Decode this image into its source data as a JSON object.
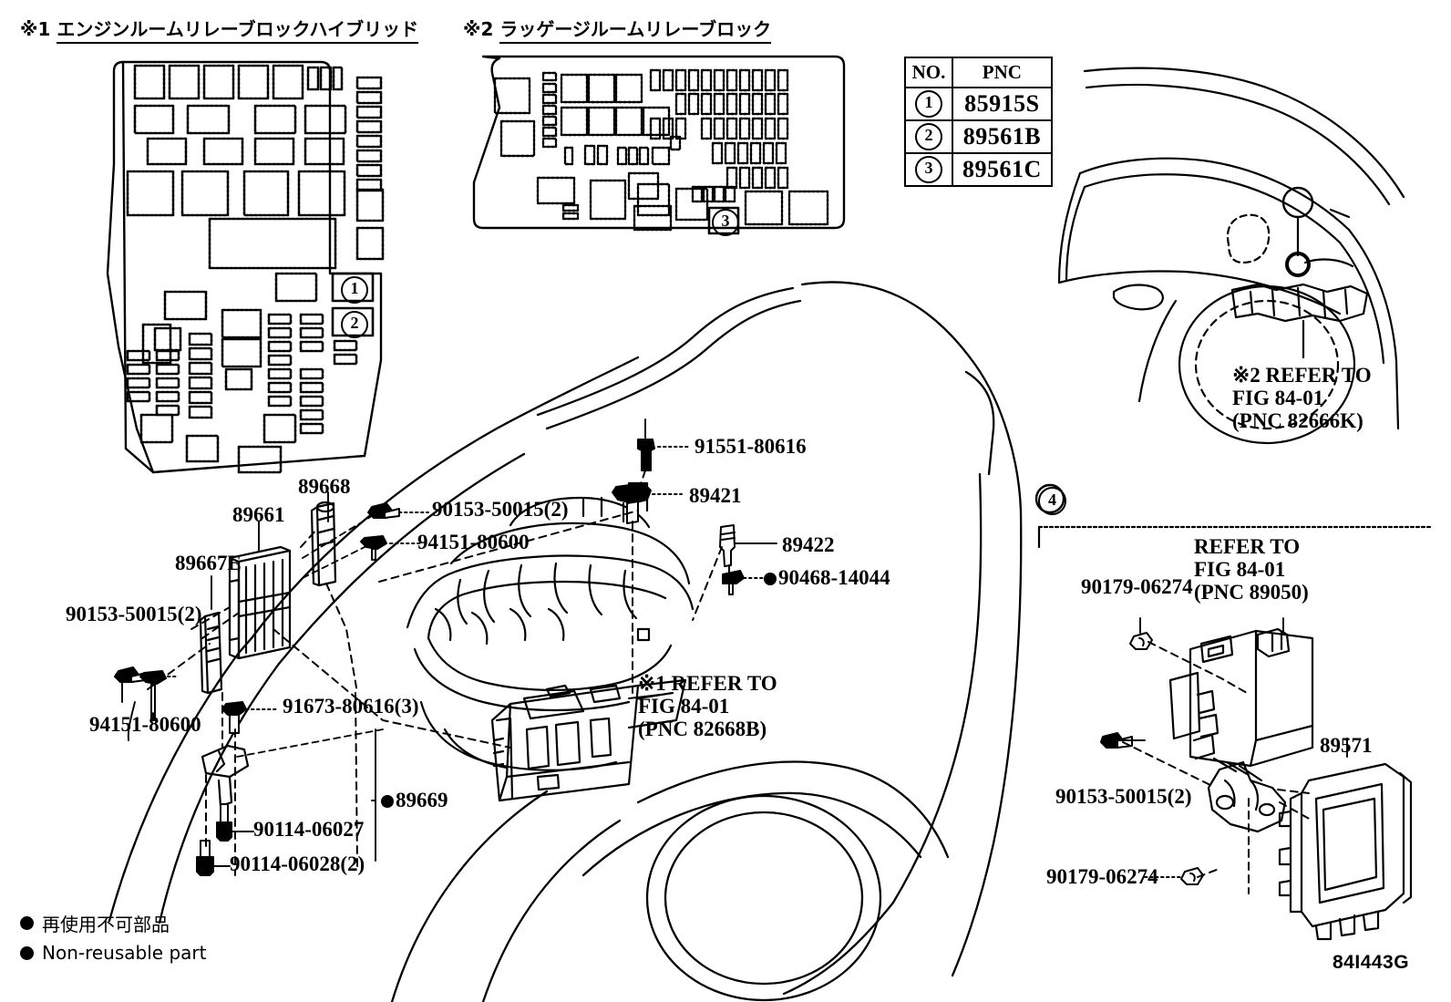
{
  "figure": {
    "code": "84I443G",
    "legend": [
      {
        "marker": "filled-circle",
        "text": "再使用不可部品"
      },
      {
        "marker": "filled-circle",
        "text": "Non-reusable part"
      }
    ]
  },
  "headers": {
    "relay_block_1": {
      "mark": "※1",
      "text": "エンジンルームリレーブロックハイブリッド"
    },
    "relay_block_2": {
      "mark": "※2",
      "text": "ラッゲージルームリレーブロック"
    }
  },
  "pnc_table": {
    "columns": [
      "NO.",
      "PNC"
    ],
    "rows": [
      {
        "no": "1",
        "pnc": "85915S"
      },
      {
        "no": "2",
        "pnc": "89561B"
      },
      {
        "no": "3",
        "pnc": "89561C"
      }
    ]
  },
  "callouts": {
    "main": [
      {
        "id": "c-89668",
        "text": "89668"
      },
      {
        "id": "c-89661",
        "text": "89661"
      },
      {
        "id": "c-89667e",
        "text": "89667E"
      },
      {
        "id": "c-90153a",
        "text": "90153-50015(2)"
      },
      {
        "id": "c-94151a",
        "text": "94151-80600"
      },
      {
        "id": "c-90153b",
        "text": "90153-50015(2)"
      },
      {
        "id": "c-94151b",
        "text": "94151-80600"
      },
      {
        "id": "c-91673",
        "text": "91673-80616(3)"
      },
      {
        "id": "c-91551",
        "text": "91551-80616"
      },
      {
        "id": "c-89421",
        "text": "89421"
      },
      {
        "id": "c-89422",
        "text": "89422"
      },
      {
        "id": "c-90468",
        "text": "90468-14044"
      },
      {
        "id": "c-89669",
        "text": "89669"
      },
      {
        "id": "c-90114a",
        "text": "90114-06027"
      },
      {
        "id": "c-90114b",
        "text": "90114-06028(2)"
      }
    ],
    "refer_engine": {
      "mark": "※1",
      "line1": "REFER TO",
      "line2": "FIG 84-01",
      "line3": "(PNC 82668B)"
    },
    "refer_rear": {
      "mark": "※2",
      "line1": "REFER TO",
      "line2": "FIG 84-01",
      "line3": "(PNC 82666K)"
    },
    "panel4": {
      "number": "4",
      "refer": {
        "line1": "REFER TO",
        "line2": "FIG 84-01",
        "line3": "(PNC 89050)"
      },
      "parts": [
        {
          "id": "p4-90179a",
          "text": "90179-06274"
        },
        {
          "id": "p4-90153",
          "text": "90153-50015(2)"
        },
        {
          "id": "p4-90179b",
          "text": "90179-06274"
        },
        {
          "id": "p4-89571",
          "text": "89571"
        }
      ]
    },
    "circled_in_diagram": [
      {
        "id": "circ-1",
        "text": "1"
      },
      {
        "id": "circ-2",
        "text": "2"
      },
      {
        "id": "circ-3",
        "text": "3"
      },
      {
        "id": "circ-4",
        "text": "4"
      }
    ]
  }
}
